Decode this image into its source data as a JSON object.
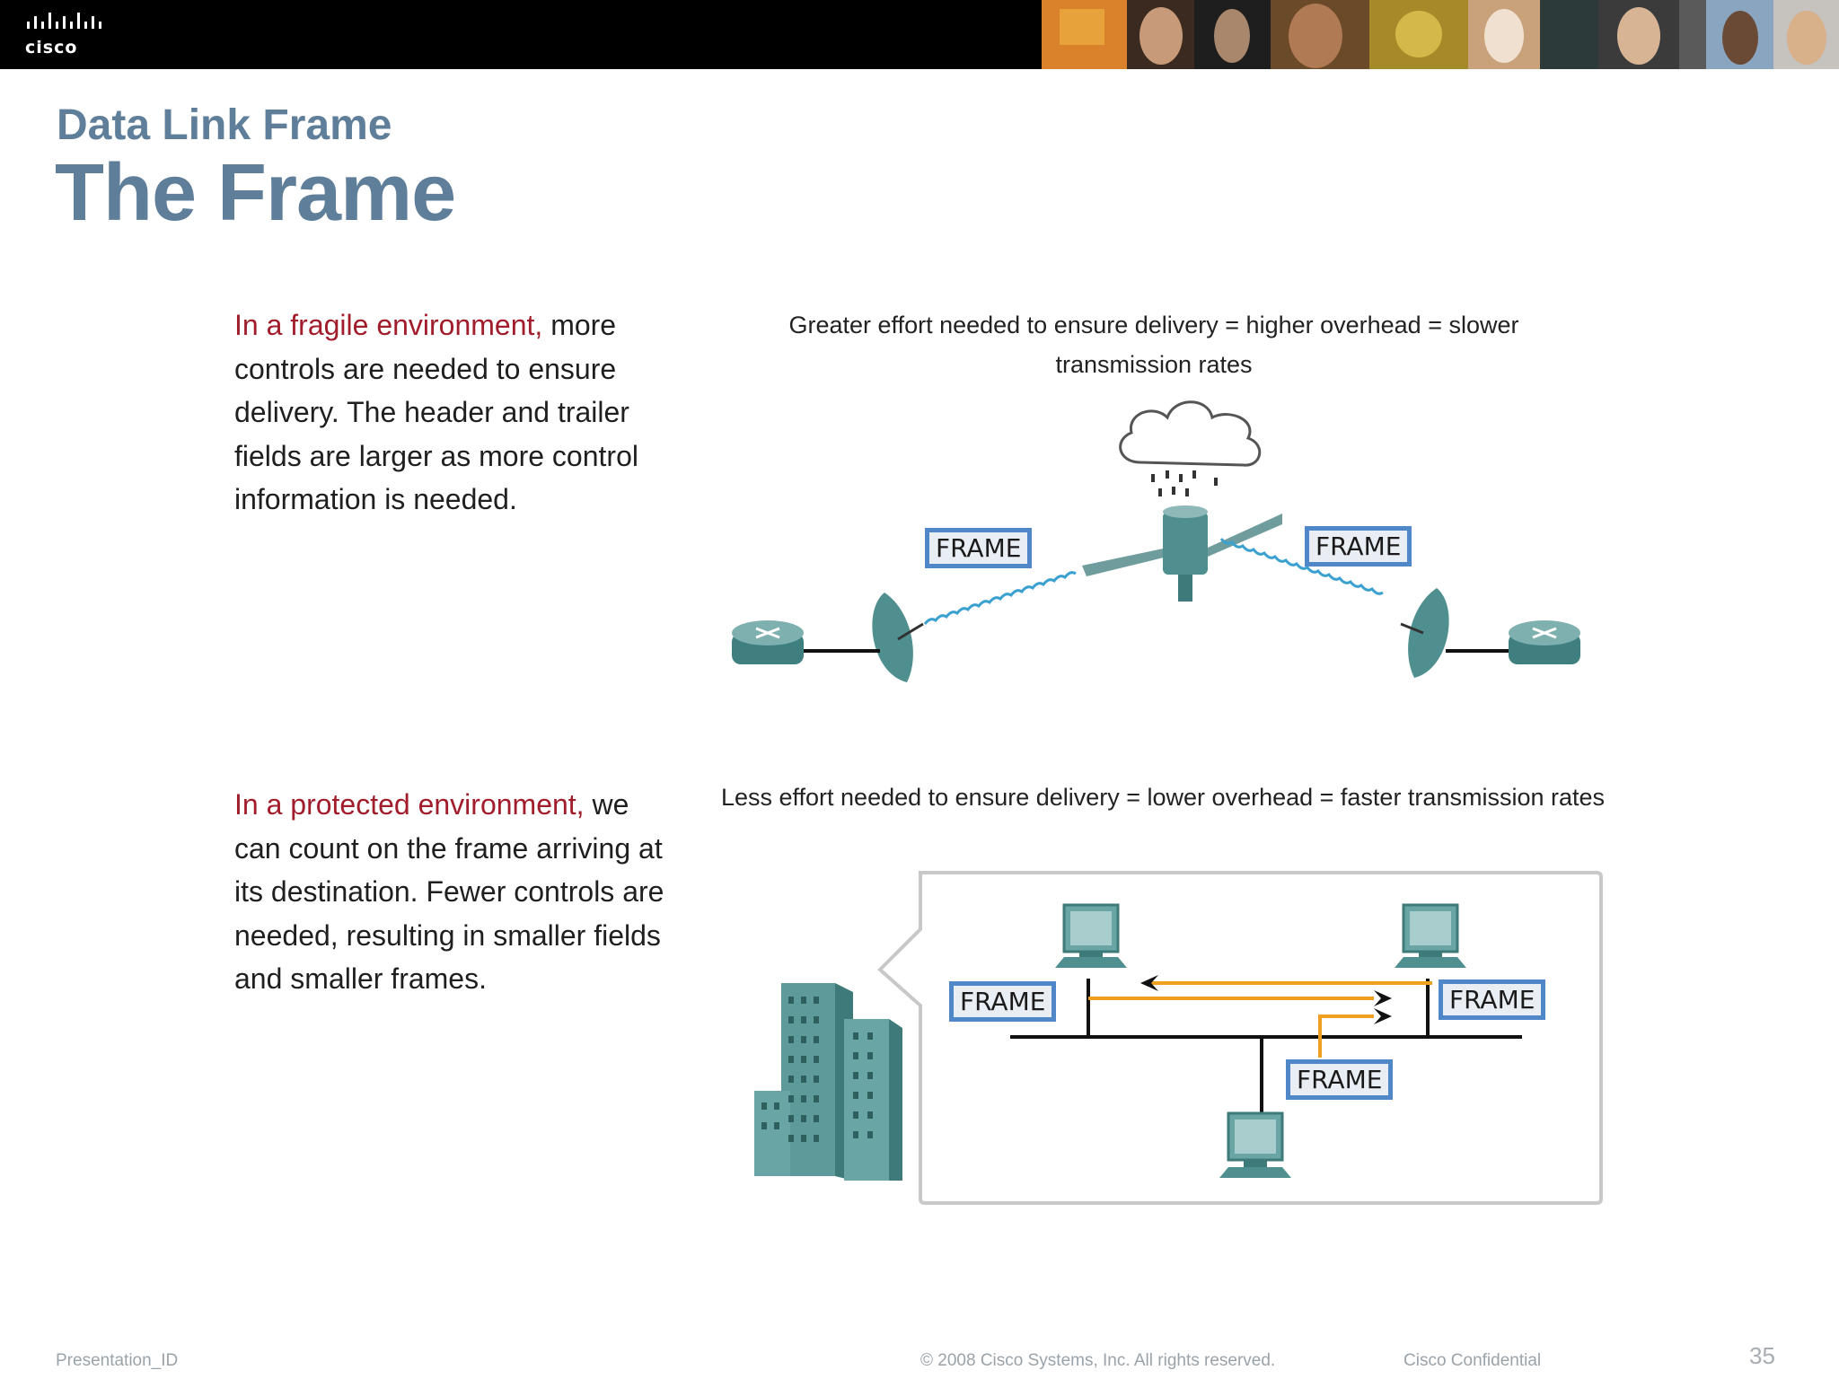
{
  "header": {
    "logo_text": "cisco",
    "logo_icon": "cisco-bridge-logo"
  },
  "slide": {
    "subtitle": "Data Link Frame",
    "title": "The Frame"
  },
  "fragile": {
    "highlight": "In a fragile environment,",
    "text": " more controls are needed to ensure delivery. The header and trailer fields are larger as more control information is needed.",
    "caption": "Greater effort needed to ensure delivery = higher overhead = slower transmission rates",
    "frame_left": "FRAME",
    "frame_right": "FRAME"
  },
  "protected": {
    "highlight": "In a protected environment,",
    "text": " we can count on the frame arriving at its destination. Fewer controls are needed, resulting in smaller fields and smaller frames.",
    "caption": "Less effort needed to ensure delivery = lower overhead = faster transmission rates",
    "frame_left": "FRAME",
    "frame_right": "FRAME",
    "frame_bottom": "FRAME"
  },
  "footer": {
    "presentation_id": "Presentation_ID",
    "copyright": "© 2008 Cisco Systems, Inc. All rights reserved.",
    "confidential": "Cisco Confidential",
    "page_number": "35"
  },
  "colors": {
    "title": "#5f7e99",
    "highlight": "#a11d2b",
    "frame_border": "#4f87c9",
    "device": "#4f8f8f",
    "arrow": "#f0a020"
  }
}
